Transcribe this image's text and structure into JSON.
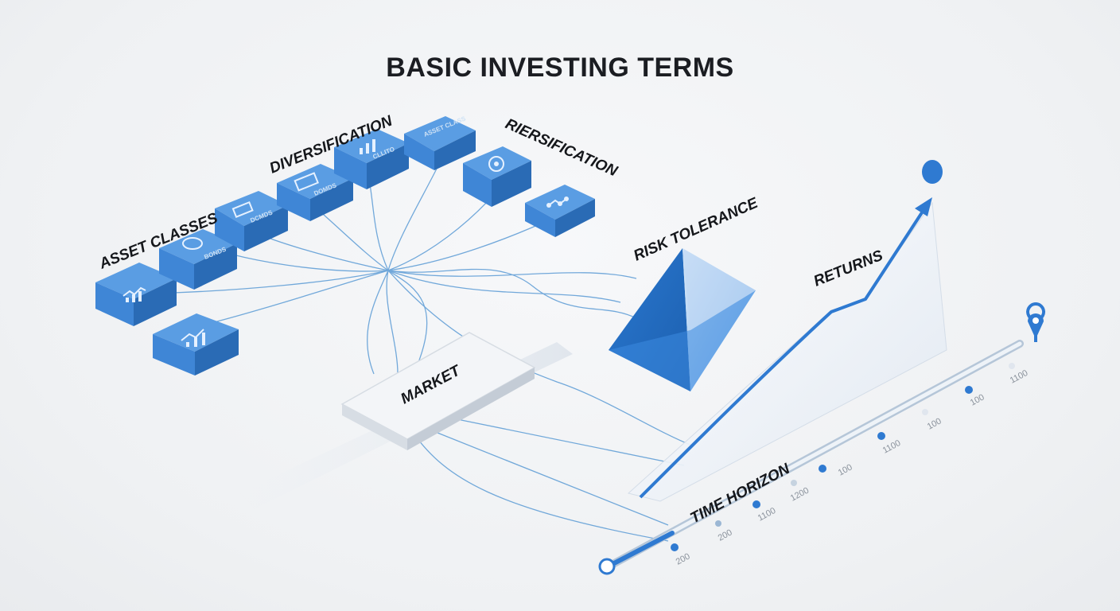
{
  "title": "BASIC INVESTING TERMS",
  "labels": {
    "asset_classes": "ASSET CLASSES",
    "diversification": "DIVERSIFICATION",
    "riersification": "RIERSIFICATION",
    "risk_tolerance": "RISK TOLERANCE",
    "returns": "RETURNS",
    "market": "MARKET",
    "time_horizon": "TIME HORIZON"
  },
  "cube_texts": {
    "bonds": "BONDS",
    "cash": "DCMDS",
    "stocks": "DOMDS",
    "equity": "CLLITO",
    "asset_class": "ASSET CLASS"
  },
  "timeline_ticks": [
    "200",
    "200",
    "1100",
    "1200",
    "100",
    "1100",
    "100",
    "100",
    "1100"
  ],
  "colors": {
    "accent": "#2f7ad1",
    "cube_top": "#5a9de3",
    "cube_front": "#3f86d6",
    "cube_side": "#2a6bb5",
    "line": "#5b9bd5"
  }
}
